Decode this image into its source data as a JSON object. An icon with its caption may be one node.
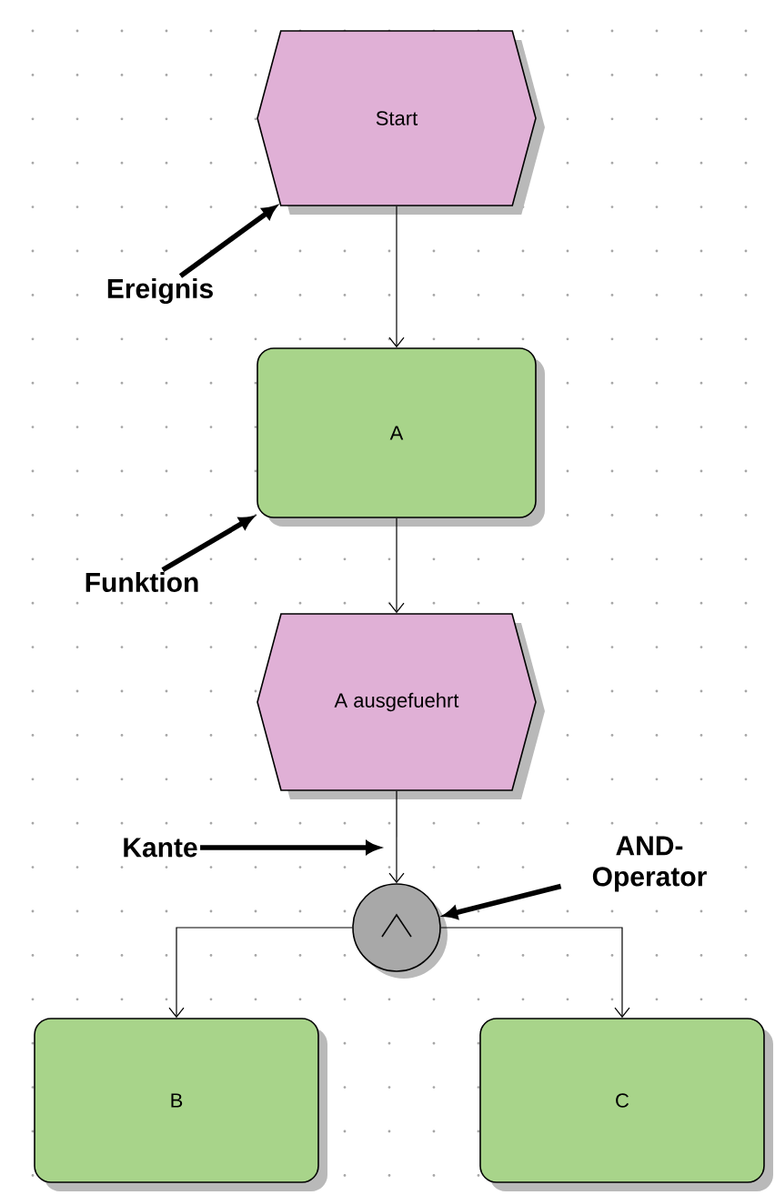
{
  "diagram": {
    "nodes": [
      {
        "text": [
          "Start"
        ]
      },
      {
        "text": [
          "Ereignis"
        ]
      },
      {
        "text": [
          "A"
        ]
      },
      {
        "text": [
          "Funktion"
        ]
      },
      {
        "text": [
          "A ausgefuehrt"
        ]
      },
      {
        "text": [
          "Kante"
        ]
      },
      {
        "text": [
          "AND-Operator"
        ]
      },
      {
        "text": [],
        "shape": "circle"
      },
      {
        "text": [
          "B"
        ]
      },
      {
        "text": [
          "C"
        ]
      }
    ],
    "edges": [
      {
        "from": 0,
        "to": 2,
        "arrow": "to"
      },
      {
        "from": 2,
        "to": 4,
        "arrow": "to"
      },
      {
        "from": 4,
        "to": 7,
        "arrow": "to"
      },
      {
        "from": 7,
        "to": 8,
        "arrow": "to"
      },
      {
        "from": 7,
        "to": 9,
        "arrow": "to"
      },
      {
        "from": 1,
        "to": 0,
        "arrow": "to",
        "style": "thick"
      },
      {
        "from": 3,
        "to": 2,
        "arrow": "to",
        "style": "thick"
      },
      {
        "from": 5,
        "to": null,
        "arrow": "to",
        "style": "thick"
      },
      {
        "from": 6,
        "to": 7,
        "arrow": "to",
        "style": "thick"
      }
    ]
  }
}
